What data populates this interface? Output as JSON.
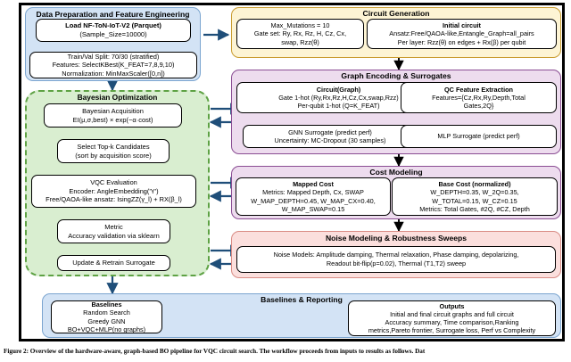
{
  "figure": {
    "caption": "Figure 2: Overview of the hardware-aware, graph-based BO pipeline for VQC circuit search. The workflow proceeds from inputs to results as follows. Dat"
  },
  "colors": {
    "blue_fill": "#d3e3f5",
    "blue_border": "#7ba5d0",
    "cream_fill": "#fdf4d4",
    "cream_border": "#c99b2e",
    "purple_fill": "#eddcee",
    "purple_border": "#8a4d93",
    "pink_fill": "#fbdfdd",
    "pink_border": "#d98b84",
    "green_fill": "#d9eed0",
    "green_border": "#5ea244",
    "arrow": "#1f4e79",
    "node_fill": "#ffffff",
    "node_border": "#000000"
  },
  "panels": {
    "data_prep": {
      "title": "Data Preparation and Feature Engineering",
      "nodes": {
        "load": {
          "line1": "Load NF-ToN-IoT-V2 (Parquet)",
          "line2": "(Sample_Size=10000)"
        },
        "split": {
          "line1": "Train/Val Split: 70/30 (stratified)",
          "line2": "Features: SelectKBest(K_FEAT=7,8,9,10)",
          "line3": "Normalization: MinMaxScaler([0,n])"
        }
      }
    },
    "bayesian_optimization": {
      "title": "Bayesian Optimization",
      "nodes": {
        "acquisition": {
          "line1": "Bayesian Acquisition",
          "line2": "EI(μ,σ,best) × exp(−α·cost)"
        },
        "topk": {
          "line1": "Select Top-k Candidates",
          "line2": "(sort by acquisition score)"
        },
        "vqc": {
          "line1": "VQC Evaluation",
          "line2": "Encoder: AngleEmbedding('Y')",
          "line3": "Free/QAOA-like ansatz: IsingZZ(γ_l) + RX(β_l)"
        },
        "metric": {
          "line1": "Metric",
          "line2": "Accuracy validation via sklearn"
        },
        "update": {
          "line1": "Update & Retrain Surrogate"
        }
      }
    },
    "circuit_generation": {
      "title": "Circuit Generation",
      "nodes": {
        "mutations": {
          "line1": "Max_Mutations = 10",
          "line2": "Gate set:  Ry, Rx, Rz, H, Cz, Cx,",
          "line3": "swap, Rzz(θ)"
        },
        "initial": {
          "title": "Initial circuit",
          "line2": "Ansatz:Free/QAOA-like,Entangle_Graph=all_pairs",
          "line3": "Per layer: Rzz(θ) on edges + Rx(β) per qubit"
        }
      }
    },
    "graph_encoding": {
      "title": "Graph Encoding & Surrogates",
      "nodes": {
        "circuit_graph": {
          "title": "Circuit(Graph)",
          "line2": "Gate 1-hot (Ry,Rx,Rz,H,Cz,Cx,swap,Rzz)",
          "line3": "Per-qubit 1-hot (Q=K_FEAT)"
        },
        "qc_feature": {
          "title": "QC Feature Extraction",
          "line2": "Features={Cz,Rx,Ry,Depth,Total",
          "line3": "Gates,2Q}"
        },
        "gnn": {
          "line1": "GNN Surrogate (predict perf)",
          "line2": "Uncertainty: MC-Dropout (30 samples)"
        },
        "mlp": {
          "line1": "MLP Surrogate (predict perf)"
        }
      }
    },
    "cost_modeling": {
      "title": "Cost Modeling",
      "nodes": {
        "mapped_cost": {
          "title": "Mapped Cost",
          "line2": "Metrics:  Mapped Depth, Cx, SWAP",
          "line3": "W_MAP_DEPTH=0.45, W_MAP_CX=0.40,",
          "line4": "W_MAP_SWAP=0.15"
        },
        "base_cost": {
          "title": "Base Cost (normalized)",
          "line2": "W_DEPTH=0.35, W_2Q=0.35,",
          "line3": "W_TOTAL=0.15, W_CZ=0.15",
          "line4": "Metrics: Total Gates, #2Q, #CZ, Depth"
        }
      }
    },
    "noise_modeling": {
      "title": "Noise Modeling & Robustness Sweeps",
      "nodes": {
        "noise_models": {
          "line1": "Noise Models: Amplitude damping, Thermal relaxation, Phase damping, depolarizing,",
          "line2": "Readout bit-flip(p=0.02), Thermal (T1,T2) sweep"
        }
      }
    },
    "baselines_reporting": {
      "title": "Baselines & Reporting",
      "nodes": {
        "baselines": {
          "title": "Baselines",
          "line2": "Random Search",
          "line3": "Greedy GNN",
          "line4": "BO+VQC+MLP(no graphs)"
        },
        "outputs": {
          "title": "Outputs",
          "line2": "Initial and final circuit graphs and full circuit",
          "line3": "Accuracy summary, Time comparison,Ranking",
          "line4": "metrics,Pareto frontier, Surrogate loss, Perf vs Complexity"
        }
      }
    }
  }
}
